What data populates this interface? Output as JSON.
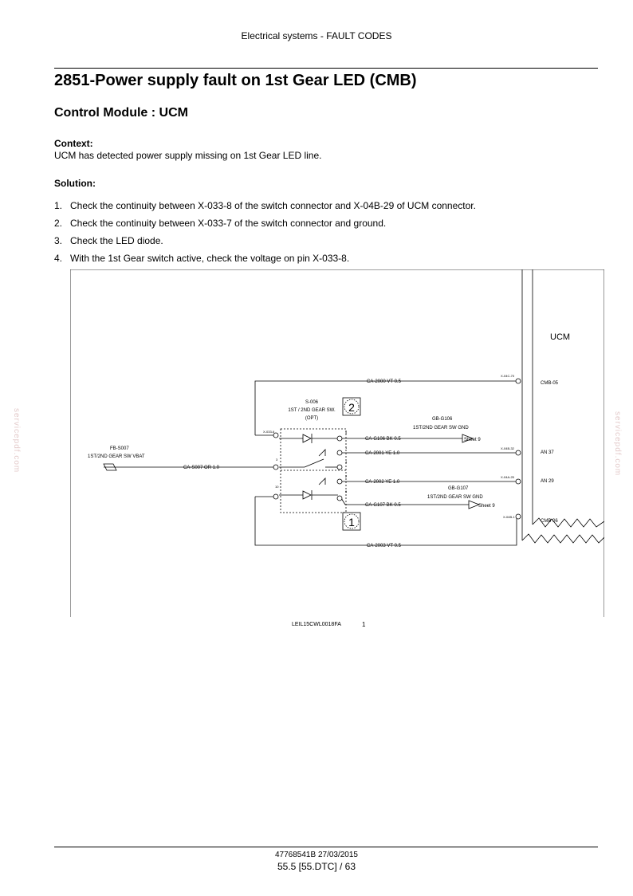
{
  "header": {
    "section": "Electrical systems - FAULT CODES"
  },
  "title": "2851-Power supply fault on 1st Gear LED (CMB)",
  "control_module": "Control Module : UCM",
  "context": {
    "label": "Context:",
    "text": "UCM has detected power supply missing on 1st Gear LED line."
  },
  "solution": {
    "label": "Solution:",
    "steps": [
      {
        "num": "1.",
        "text": "Check the continuity between X-033-8 of the switch connector and X-04B-29 of UCM connector."
      },
      {
        "num": "2.",
        "text": "Check the continuity between X-033-7 of the switch connector and ground."
      },
      {
        "num": "3.",
        "text": "Check the LED diode."
      },
      {
        "num": "4.",
        "text": "With the 1st Gear switch active, check the voltage on pin X-033-8."
      }
    ]
  },
  "diagram": {
    "ucm_label": "UCM",
    "ucm_pins": [
      "CMB-05",
      "AN 37",
      "AN 29",
      "CMB 06"
    ],
    "ucm_connectors": [
      "X-04C-70",
      "X-04B-32",
      "X-04A-25",
      "X-04B-1"
    ],
    "switch": {
      "id": "S-006",
      "name": "1ST / 2ND GEAR SW.",
      "opt": "(OPT)",
      "connector": "X-033-6"
    },
    "fuse": {
      "id": "FB-S007",
      "name": "1ST/2ND GEAR SW VBAT"
    },
    "ground1": {
      "id": "GB-G106",
      "name": "1ST/2ND GEAR SW GND",
      "sheet": "Sheet 9"
    },
    "ground2": {
      "id": "GB-G107",
      "name": "1ST/2ND GEAR SW GND",
      "sheet": "Sheet 9"
    },
    "wires": {
      "top": "CA-2000 VT 0.5",
      "g106": "CA-G106 BK 0.5",
      "w2001": "CA-2001 YE 1.0",
      "s007": "CA-S007 OR 1.0",
      "w2002": "CA-2002 YE 1.0",
      "g107": "CA-G107 BK 0.5",
      "bottom": "CA-2003 VT 0.5"
    },
    "pin_numbers": [
      "5",
      "1",
      "3",
      "4",
      "2",
      "6",
      "10"
    ],
    "markers": [
      "2",
      "1"
    ],
    "caption": "LEIL15CWL0018FA",
    "figure_number": "1"
  },
  "watermark": "servicepdf.com",
  "footer": {
    "doc": "47768541B 27/03/2015",
    "page": "55.5 [55.DTC] / 63"
  }
}
